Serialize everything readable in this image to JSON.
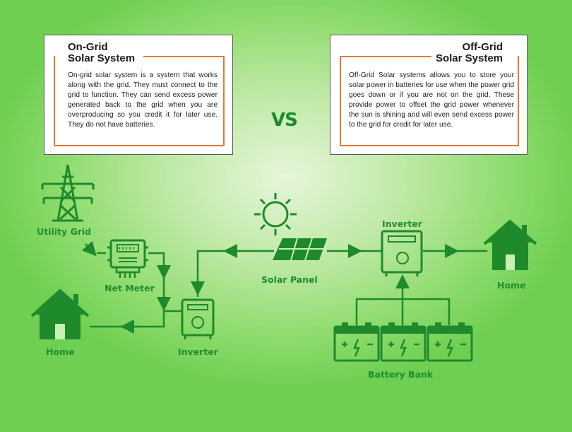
{
  "on_grid": {
    "title_line1": "On-Grid",
    "title_line2": "Solar System",
    "description": "On-grid solar system is a system that works along with the grid. They must connect to the grid to function. They can send excess power generated back to the grid when you are overproducing so you credit it for later use. They do not have batteries."
  },
  "off_grid": {
    "title_line1": "Off-Grid",
    "title_line2": "Solar System",
    "description": "Off-Grid Solar systems allows you to store your solar power in batteries for use when the power grid goes down or if you are not on the grid. These provide power to offset the grid power whenever the sun is shining and will even send excess power to the grid for credit for later use."
  },
  "vs_label": "VS",
  "labels": {
    "utility_grid": "Utility Grid",
    "net_meter": "Net Meter",
    "home_left": "Home",
    "inverter_left": "Inverter",
    "solar_panel": "Solar Panel",
    "inverter_right": "Inverter",
    "home_right": "Home",
    "battery_bank": "Battery Bank"
  },
  "colors": {
    "icon_green": "#1e8a2c",
    "accent_orange": "#e07a3c"
  }
}
